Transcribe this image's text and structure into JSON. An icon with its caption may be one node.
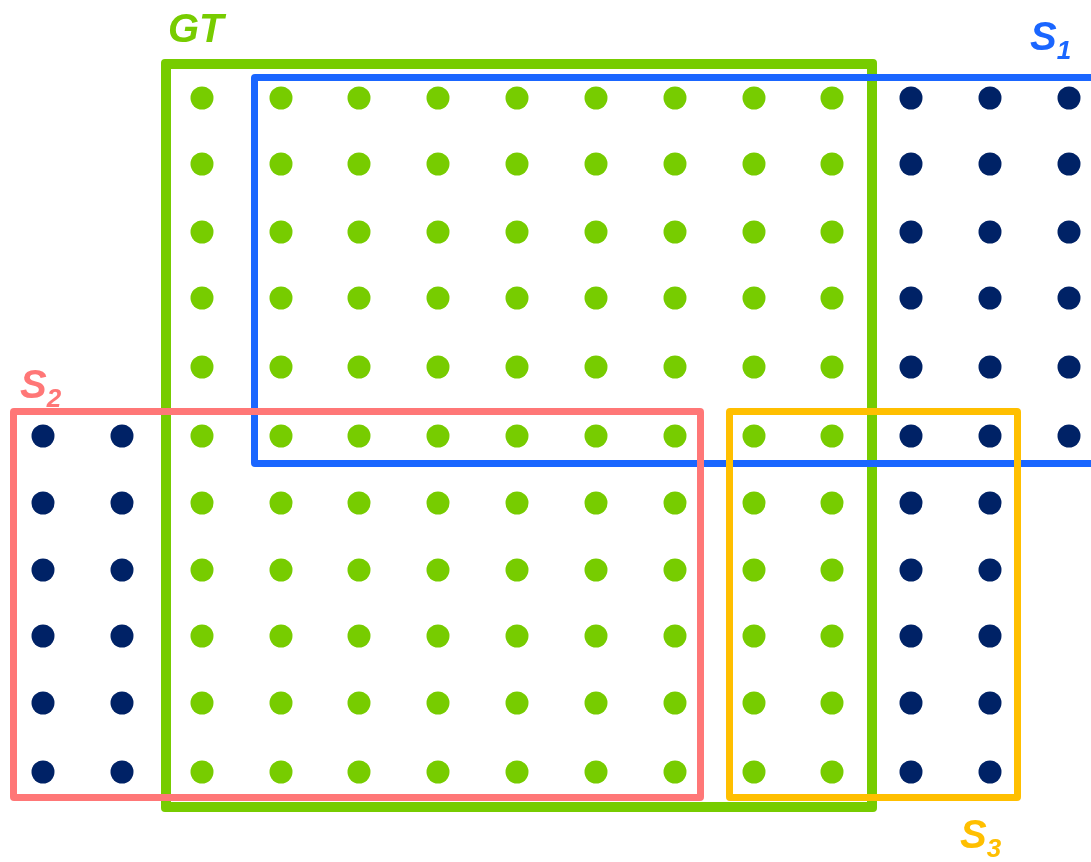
{
  "diagram": {
    "nodes": [
      {
        "text": [
          "GT"
        ]
      },
      {
        "text": [
          "S$_{1}$"
        ]
      },
      {
        "text": [
          "S$_{2}$"
        ]
      },
      {
        "text": [
          "S$_{3}$"
        ]
      }
    ]
  }
}
